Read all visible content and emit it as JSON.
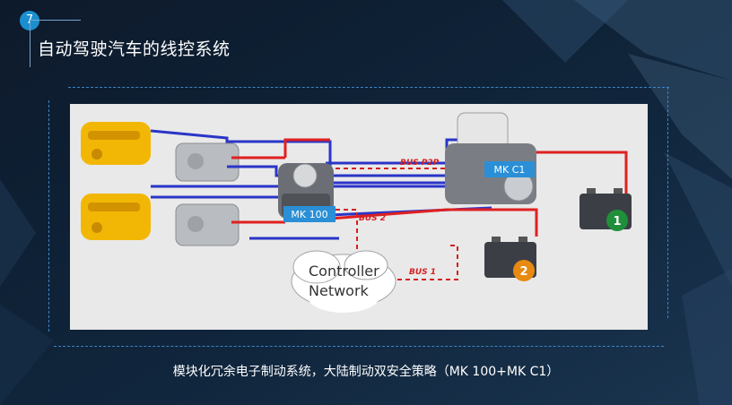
{
  "slide": {
    "page_number": "7",
    "title": "自动驾驶汽车的线控系统",
    "caption": "模块化冗余电子制动系统，大陆制动双安全策略（MK 100+MK C1）"
  },
  "diagram": {
    "labels": {
      "mk100": "MK 100",
      "mkc1": "MK C1",
      "bus_p2p": "BUS P2P",
      "bus2": "BUS 2",
      "bus1": "BUS 1",
      "controller_line1": "Controller",
      "controller_line2": "Network",
      "battery1": "1",
      "battery2": "2"
    },
    "colors": {
      "hydraulic_red": "#e02020",
      "hydraulic_blue": "#2a35c8",
      "bus_dashed": "#d42020",
      "label_box": "#2a8fd6",
      "caliper_yellow": "#f2b705"
    }
  }
}
